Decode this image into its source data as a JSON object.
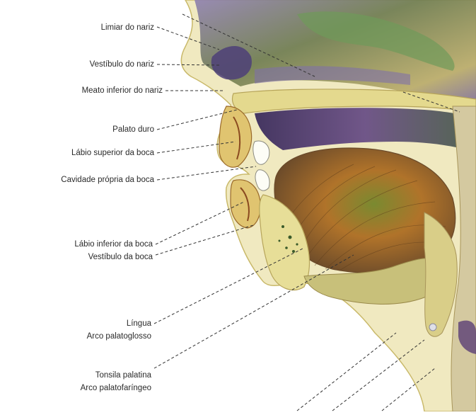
{
  "labels": {
    "limiar": "Limiar do nariz",
    "vestibulo_nariz": "Vestíbulo do nariz",
    "meato": "Meato inferior do nariz",
    "palato": "Palato duro",
    "labio_sup": "Lábio superior da boca",
    "cavidade": "Cavidade própria da boca",
    "labio_inf": "Lábio inferior da boca",
    "vestibulo_boca": "Vestíbulo da boca",
    "lingua": "Língua",
    "arco_palatoglosso": "Arco palatoglosso",
    "tonsila": "Tonsila palatina",
    "arco_palatofaringeo": "Arco palatofaríngeo"
  },
  "colors": {
    "bone": "#e8dfa0",
    "bone_edge": "#c9b96a",
    "purple": "#5a3f76",
    "green": "#4f7a4e",
    "muscle": "#a0682a",
    "skin": "#f0e9c0",
    "mucosa": "#b9a35a"
  }
}
